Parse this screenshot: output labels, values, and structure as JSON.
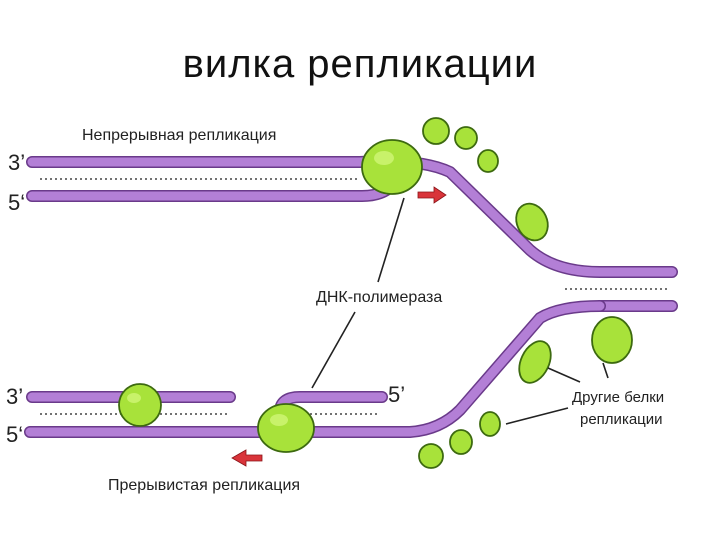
{
  "title": "вилка репликации",
  "labels": {
    "continuous": "Непрерывная репликация",
    "discontinuous": "Прерывистая репликация",
    "polymerase": "ДНК-полимераза",
    "other_proteins_1": "Другие белки",
    "other_proteins_2": "репликации"
  },
  "ends": {
    "top_3": "3’",
    "top_5": "5‘",
    "bottom_3": "3’",
    "bottom_5": "5‘",
    "okazaki_5": "5’"
  },
  "colors": {
    "strand": "#b37fd6",
    "protein": "#a8e23a",
    "arrow": "#d9343a"
  }
}
